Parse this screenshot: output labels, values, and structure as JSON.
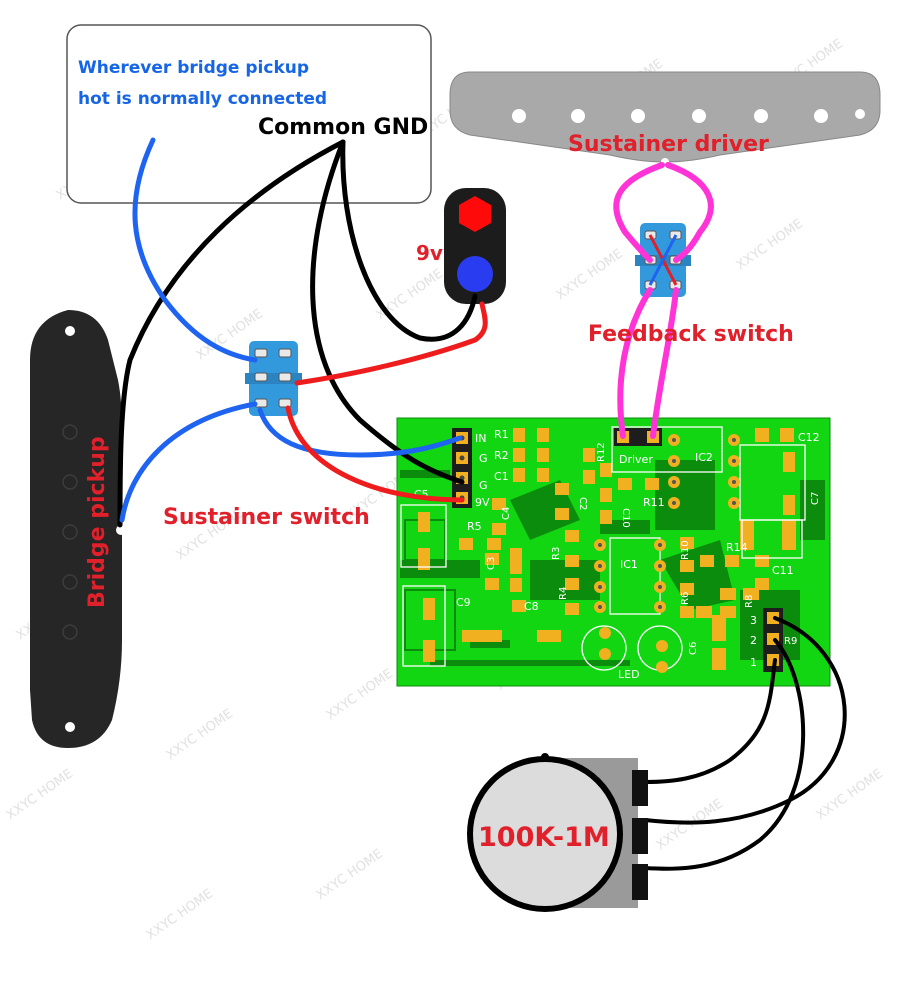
{
  "labels": {
    "note_line1": "Wherever bridge pickup",
    "note_line2": "hot is normally connected",
    "common_gnd": "Common GND",
    "battery": "9v",
    "sustainer_driver": "Sustainer driver",
    "feedback_switch": "Feedback switch",
    "sustainer_switch": "Sustainer switch",
    "bridge_pickup": "Bridge pickup",
    "pot_value": "100K-1M"
  },
  "pcb": {
    "pins": [
      "IN",
      "G",
      "G",
      "9V"
    ],
    "driver": "Driver",
    "pot_pins": [
      "3",
      "2",
      "1"
    ],
    "parts": {
      "r1": "R1",
      "r2": "R2",
      "r3": "R3",
      "r4": "R4",
      "r5": "R5",
      "r6": "R6",
      "r8": "R8",
      "r9": "R9",
      "r10": "R10",
      "r11": "R11",
      "r12": "R12",
      "r14": "R14",
      "c1": "C1",
      "c2": "C2",
      "c3": "C3",
      "c4": "C4",
      "c5": "C5",
      "c6": "C6",
      "c7": "C7",
      "c8": "C8",
      "c9": "C9",
      "c10": "C10",
      "c11": "C11",
      "c12": "C12",
      "ic1": "IC1",
      "ic2": "IC2",
      "led": "LED"
    }
  },
  "watermark": "XXYC HOME",
  "colors": {
    "pcb_green": "#13d613",
    "pcb_trace": "#0c8c0c",
    "wire_red": "#ee1c1c",
    "wire_blue": "#1e64f0",
    "wire_black": "#000000",
    "wire_pink": "#ff33d6",
    "switch_blue": "#3399dd",
    "battery_red": "#ff0a0a",
    "battery_blue": "#2a3cf0",
    "pickup_dark": "#262626",
    "driver_gray": "#a9a9a9"
  }
}
